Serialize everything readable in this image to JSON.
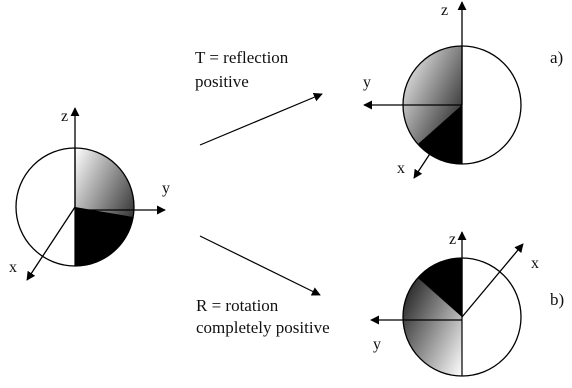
{
  "colors": {
    "ink": "#000000",
    "background": "#ffffff"
  },
  "center_sphere": {
    "axes": {
      "z": "z",
      "y": "y",
      "x": "x"
    }
  },
  "sphere_a": {
    "axes": {
      "z": "z",
      "y": "y",
      "x": "x"
    },
    "marker": "a)"
  },
  "sphere_b": {
    "axes": {
      "z": "z",
      "y": "y",
      "x": "x"
    },
    "marker": "b)"
  },
  "transform_T": {
    "line1": "T = reflection",
    "line2": "positive"
  },
  "transform_R": {
    "line1": "R = rotation",
    "line2": "completely positive"
  }
}
